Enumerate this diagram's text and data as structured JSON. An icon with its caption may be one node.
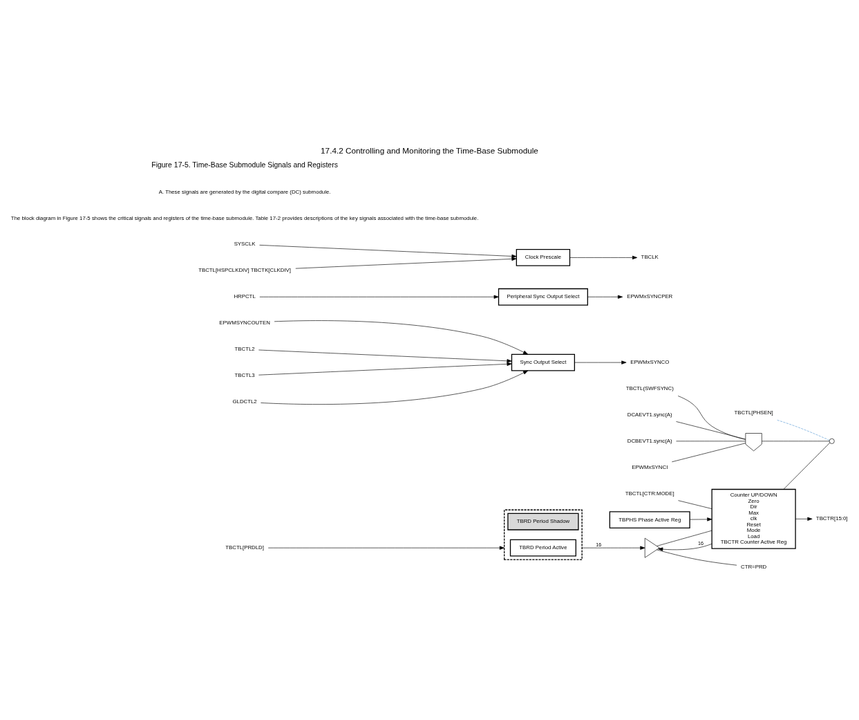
{
  "diagram": {
    "title": "17.4.2 Controlling and Monitoring the Time-Base Submodule",
    "caption": "Figure 17-5. Time-Base Submodule Signals and Registers",
    "nodes": [
      {
        "text": [],
        "shape": "box"
      },
      {
        "text": [
          "TBRD Period Shadow"
        ],
        "in": 0
      },
      {
        "text": [
          "TBRD Period Active"
        ],
        "in": 0
      },
      {
        "text": [
          "TBCTL[PRDLD]"
        ]
      },
      {
        "text": [],
        "shape": "triangle"
      },
      {
        "text": [
          "TBCTR[15:0]"
        ]
      },
      {
        "text": [
          "CTR=PRD"
        ]
      },
      {
        "text": [
          "Counter UP/DOWN",
          "Zero",
          "Dir",
          "Max",
          "clk",
          "Reset",
          "Mode",
          "Load",
          "TBCTR Counter Active Reg"
        ]
      },
      {
        "text": [
          "TBCTL[CTR:MODE]"
        ]
      },
      {
        "text": [],
        "shape": "switch"
      },
      {
        "text": [
          "TBCTL[PHSEN]"
        ]
      },
      {
        "text": [],
        "shape": "gate"
      },
      {
        "text": [
          "TBCTL(SWFSYNC)"
        ]
      },
      {
        "text": [
          "DCAEVT1.sync(A)"
        ]
      },
      {
        "text": [
          "DCBEVT1.sync(A)"
        ]
      },
      {
        "text": [
          "EPWMxSYNCI"
        ]
      },
      {
        "text": [
          "Sync Output Select"
        ]
      },
      {
        "text": [
          "EPWMxSYNCO"
        ]
      },
      {
        "text": [
          "EPWMSYNCOUTEN"
        ]
      },
      {
        "text": [
          "TBCTL2"
        ]
      },
      {
        "text": [
          "TBCTL3"
        ]
      },
      {
        "text": [
          "GLDCTL2"
        ]
      },
      {
        "text": [
          "Peripheral Sync Output Select"
        ]
      },
      {
        "text": [
          "EPWMxSYNCPER"
        ]
      },
      {
        "text": [
          "HRPCTL"
        ]
      },
      {
        "text": [
          "TBPHS Phase Active Reg"
        ]
      },
      {
        "text": [
          "Clock Prescale"
        ]
      },
      {
        "text": [
          "SYSCLK"
        ]
      },
      {
        "text": [
          "TBCLK"
        ]
      },
      {
        "text": [
          "TBCTL[HSPCLKDIV] TBCTK[CLKDIV]"
        ]
      }
    ],
    "edges": [
      {
        "from": 3,
        "to": 0,
        "arrow": "to"
      },
      {
        "from": 0,
        "to": 4,
        "arrow": "to",
        "label": "16"
      },
      {
        "from": 7,
        "to": 4,
        "arrow": "to",
        "label": "16"
      },
      {
        "from": 7,
        "to": 5,
        "arrow": "to"
      },
      {
        "from": 4,
        "to": 6,
        "arrow": "none"
      },
      {
        "from": 4,
        "to": 7,
        "arrow": "none"
      },
      {
        "from": 8,
        "to": 7,
        "arrow": "none"
      },
      {
        "from": 7,
        "to": 9,
        "arrow": "none"
      },
      {
        "from": 11,
        "to": 9,
        "arrow": "none"
      },
      {
        "from": 10,
        "to": 9,
        "arrow": "none",
        "style": "dashed",
        "color": "#5b9bd5"
      },
      {
        "from": 12,
        "to": 11,
        "arrow": "none"
      },
      {
        "from": 13,
        "to": 11,
        "arrow": "none"
      },
      {
        "from": 14,
        "to": 11,
        "arrow": "none"
      },
      {
        "from": 15,
        "to": 11,
        "arrow": "none"
      },
      {
        "from": 16,
        "to": 17,
        "arrow": "to"
      },
      {
        "from": 18,
        "to": 16,
        "arrow": "to"
      },
      {
        "from": 19,
        "to": 16,
        "arrow": "to"
      },
      {
        "from": 20,
        "to": 16,
        "arrow": "to"
      },
      {
        "from": 21,
        "to": 16,
        "arrow": "to"
      },
      {
        "from": 22,
        "to": 23,
        "arrow": "to"
      },
      {
        "from": 24,
        "to": 22,
        "arrow": "to"
      },
      {
        "from": 25,
        "to": 7,
        "arrow": "to"
      },
      {
        "from": 27,
        "to": 26,
        "arrow": "to"
      },
      {
        "from": 26,
        "to": 28,
        "arrow": "to"
      },
      {
        "from": 29,
        "to": 26,
        "arrow": "to"
      }
    ],
    "labels": [
      "The block diagram in Figure 17-5 shows the critical signals and registers of the time-base submodule. Table 17-2 provides descriptions of the key signals associated with the time-base submodule.",
      "A. These signals are generated by the digital compare (DC) submodule."
    ]
  }
}
